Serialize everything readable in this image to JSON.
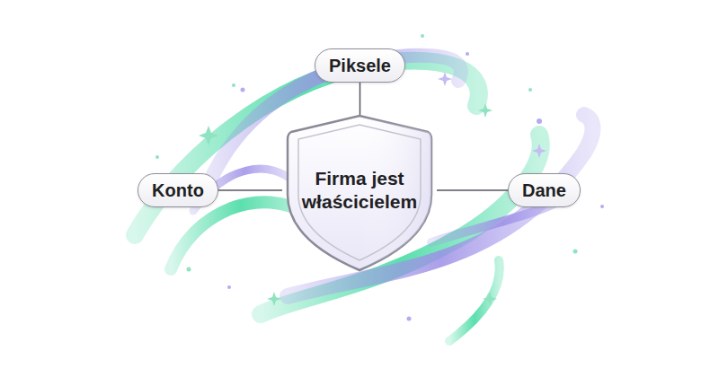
{
  "diagram": {
    "nodes": [
      {
        "text": [
          "Piksele"
        ]
      },
      {
        "text": [
          "Konto"
        ]
      },
      {
        "text": [
          "Firma jest właścicielem"
        ]
      },
      {
        "text": [
          "Dane"
        ]
      }
    ],
    "edges": [
      {
        "from": 2,
        "to": 0,
        "arrow": "none"
      },
      {
        "from": 1,
        "to": 2,
        "arrow": "none"
      },
      {
        "from": 2,
        "to": 3,
        "arrow": "none"
      }
    ]
  }
}
